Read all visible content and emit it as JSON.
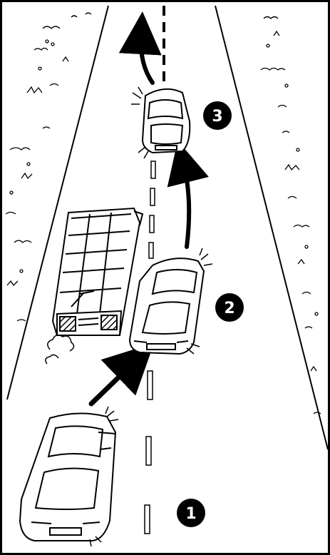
{
  "diagram": {
    "style": "black-and-white line illustration",
    "colors": {
      "ink": "#000000",
      "paper": "#ffffff"
    },
    "steps": [
      {
        "label": "1"
      },
      {
        "label": "2"
      },
      {
        "label": "3"
      }
    ]
  }
}
